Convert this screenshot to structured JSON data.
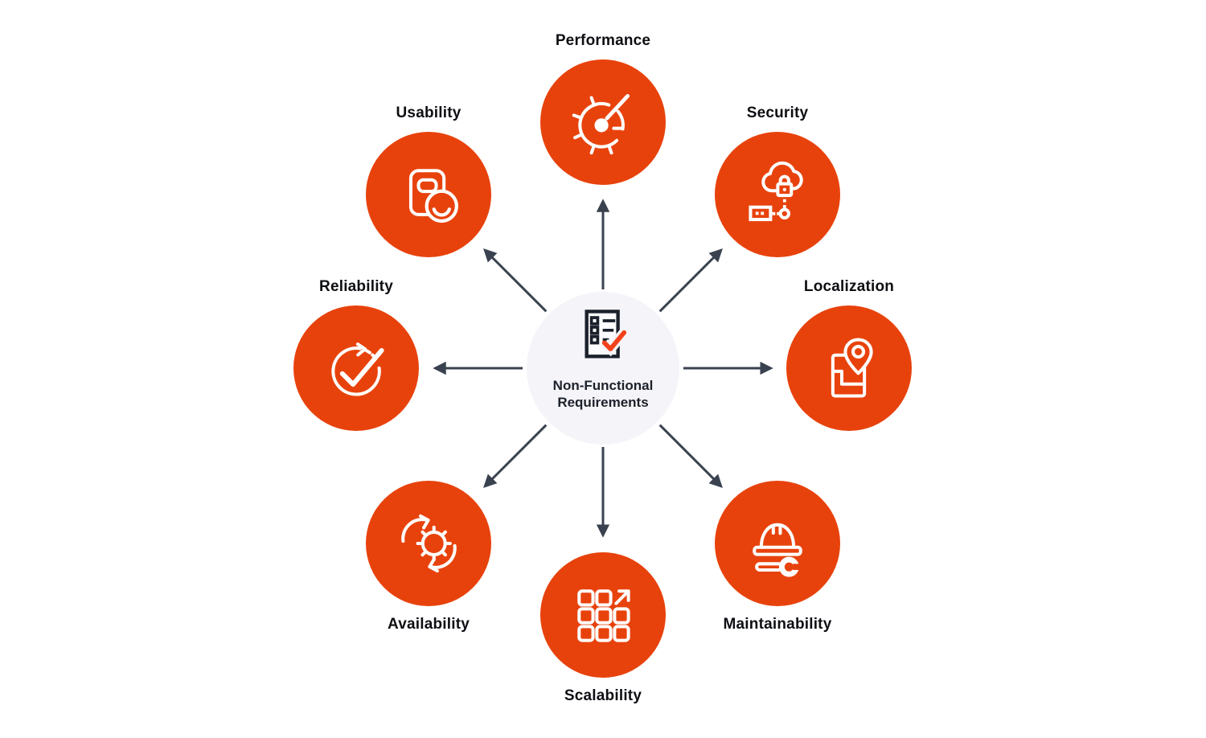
{
  "colors": {
    "accent": "#e8420c",
    "center-bg": "#f5f4f8",
    "arrow": "#3a4250",
    "check": "#f2421b",
    "label": "#0d0f13",
    "icon-dark": "#1b212b"
  },
  "center": {
    "title": "Non-Functional Requirements",
    "icon": "checklist-icon"
  },
  "nodes": [
    {
      "label": "Performance",
      "icon": "speedometer-icon",
      "position": "top"
    },
    {
      "label": "Security",
      "icon": "cloud-lock-icon",
      "position": "top-right"
    },
    {
      "label": "Localization",
      "icon": "map-pin-icon",
      "position": "right"
    },
    {
      "label": "Maintainability",
      "icon": "hard-hat-wrench-icon",
      "position": "bottom-right"
    },
    {
      "label": "Scalability",
      "icon": "grid-expand-icon",
      "position": "bottom"
    },
    {
      "label": "Availability",
      "icon": "gear-sync-icon",
      "position": "bottom-left"
    },
    {
      "label": "Reliability",
      "icon": "circular-check-icon",
      "position": "left"
    },
    {
      "label": "Usability",
      "icon": "app-smiley-icon",
      "position": "top-left"
    }
  ]
}
